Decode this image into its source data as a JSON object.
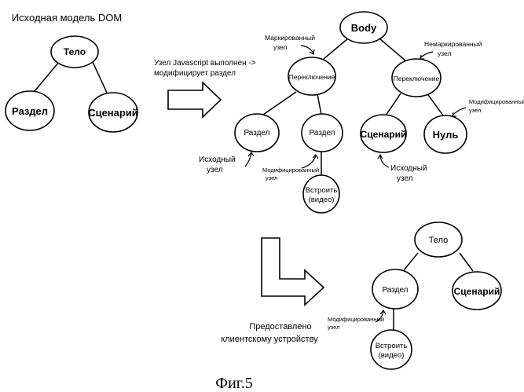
{
  "figure_label": "Фиг.5",
  "original": {
    "title": "Исходная модель DOM",
    "nodes": {
      "body": "Тело",
      "section": "Раздел",
      "script": "Сценарий"
    }
  },
  "step1_caption": [
    "Узел Javascript выполнен ->",
    "модифицирует раздел"
  ],
  "modified": {
    "nodes": {
      "body": "Body",
      "switch_left": "Переключение",
      "switch_right": "Переключение",
      "section_left": "Раздел",
      "section_right": "Раздел",
      "script": "Сценарий",
      "null": "Нуль",
      "embed": [
        "Встроить",
        "(видео)"
      ]
    },
    "annotations": {
      "marked": [
        "Маркированный",
        "узел"
      ],
      "unmarked": [
        "Немаркированный",
        "узел"
      ],
      "modified_top": [
        "Модифицированный",
        "узел"
      ],
      "original_left": [
        "Исходный",
        "узел"
      ],
      "modified_mid": [
        "Модифицированный",
        "узел"
      ],
      "original_right": [
        "Исходный",
        "узел"
      ]
    }
  },
  "step2_caption": [
    "Предоставлено",
    "клиентскому устройству"
  ],
  "final": {
    "nodes": {
      "body": "Тело",
      "section": "Раздел",
      "script": "Сценарий",
      "embed": [
        "Встроить",
        "(видео)"
      ]
    },
    "annotations": {
      "modified": [
        "Модифицированный",
        "узел"
      ]
    }
  }
}
